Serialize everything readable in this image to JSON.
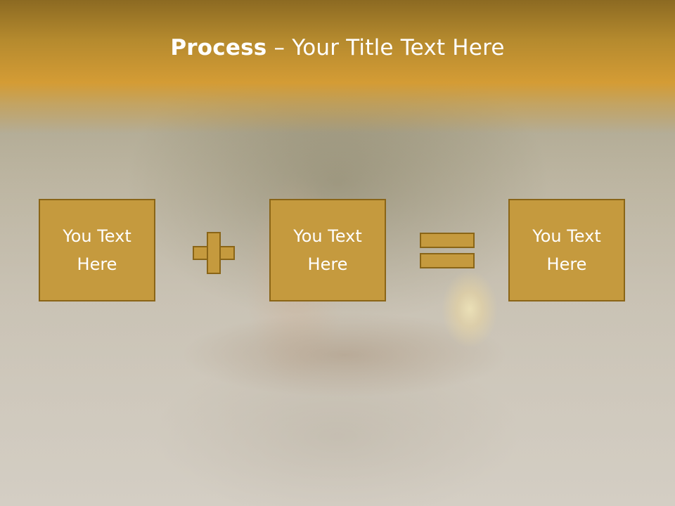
{
  "slide": {
    "title_bold": "Process",
    "title_rest": " – Your Title Text Here"
  },
  "boxes": [
    {
      "text": "You Text Here"
    },
    {
      "text": "You Text Here"
    },
    {
      "text": "You Text Here"
    }
  ],
  "operators": [
    "plus-icon",
    "equals-icon"
  ],
  "colors": {
    "title_band": "#d49c35",
    "box_fill": "#c59a3e",
    "box_border": "#8a6517",
    "text": "#ffffff"
  }
}
